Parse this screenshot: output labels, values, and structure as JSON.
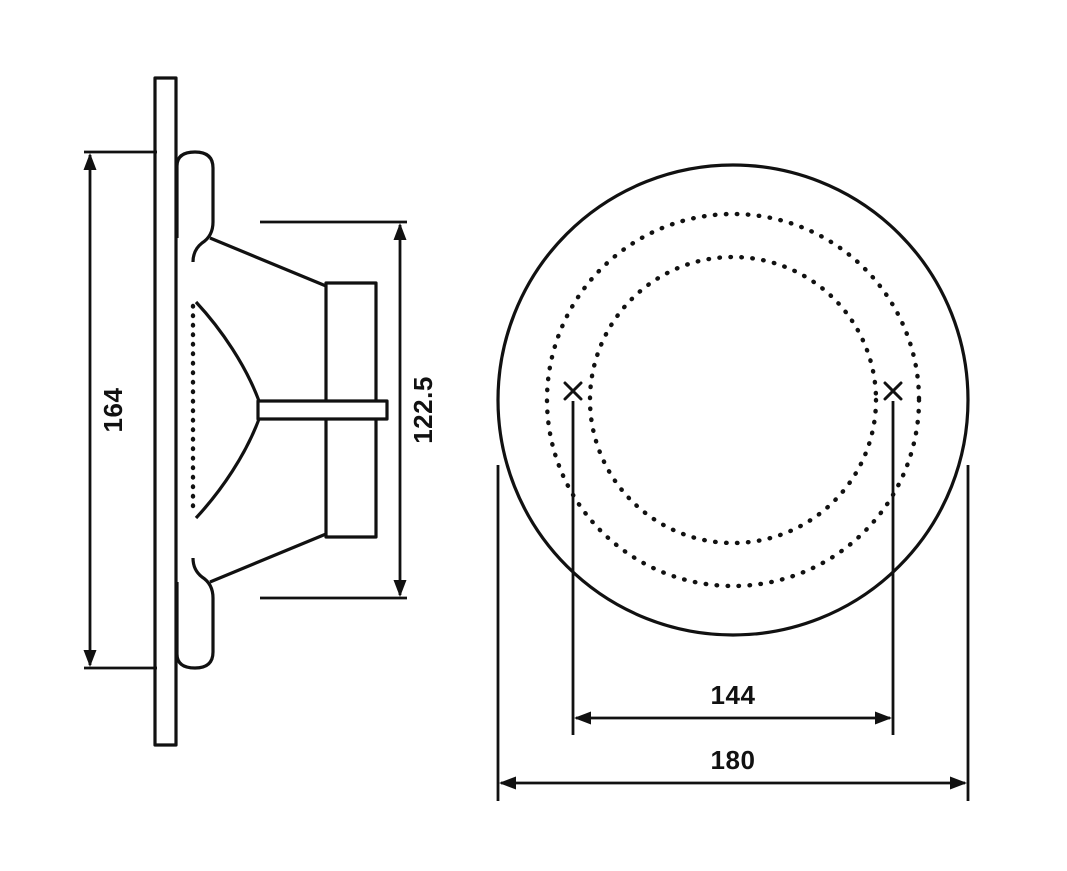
{
  "drawing": {
    "background_color": "#ffffff",
    "line_color": "#111111",
    "views": {
      "side": {
        "name": "side-section-view",
        "dims": {
          "overall_height": {
            "value": "164"
          },
          "cutout_height": {
            "value": "122.5"
          }
        }
      },
      "front": {
        "name": "front-view",
        "dims": {
          "bolt_circle": {
            "value": "144"
          },
          "overall_diameter": {
            "value": "180"
          }
        }
      }
    }
  }
}
